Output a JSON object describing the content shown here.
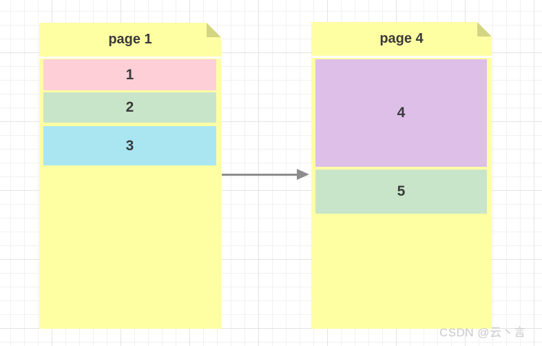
{
  "diagram": {
    "description": "two sticky-note pages with numbered record rows, arrow from page 1 to page 4",
    "watermark": "CSDN @云丶言",
    "pages": [
      {
        "title": "page 1",
        "rows": [
          {
            "label": "1",
            "color": "#ffcfd8"
          },
          {
            "label": "2",
            "color": "#c8e5c9"
          },
          {
            "label": "3",
            "color": "#a9e6f2"
          }
        ]
      },
      {
        "title": "page 4",
        "rows": [
          {
            "label": "4",
            "color": "#ddbfe8"
          },
          {
            "label": "5",
            "color": "#c8e5c9"
          }
        ]
      }
    ],
    "arrow": {
      "from": "page 1",
      "to": "page 4",
      "color": "#8c8c8c"
    },
    "colors": {
      "note_background": "#feffa3",
      "note_fold": "#d4d583",
      "text": "#3a3a3a",
      "separator": "#ffffff",
      "grid_minor": "#f1f1f1",
      "grid_major": "#e3e3e3",
      "watermark": "#c9c9c9"
    }
  }
}
